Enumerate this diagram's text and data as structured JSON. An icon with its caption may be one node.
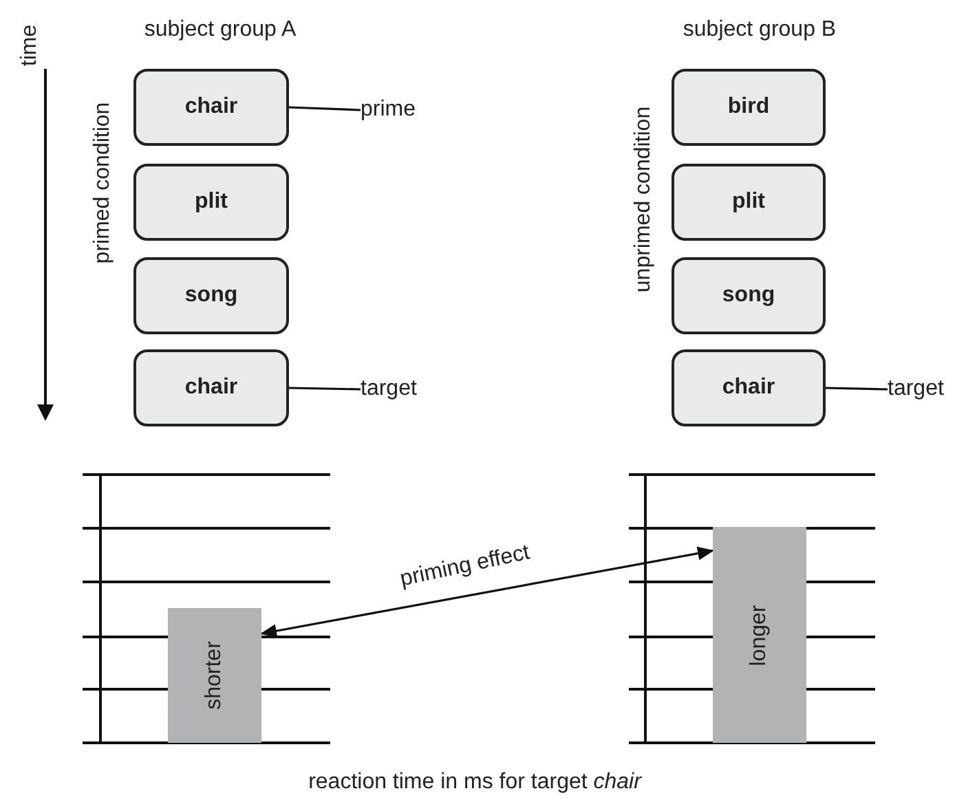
{
  "diagram": {
    "nodes": [
      {
        "text": [
          "chair"
        ]
      },
      {
        "text": [
          "plit"
        ]
      },
      {
        "text": [
          "song"
        ]
      },
      {
        "text": [
          "chair"
        ]
      },
      {
        "text": [
          "bird"
        ]
      },
      {
        "text": [
          "plit"
        ]
      },
      {
        "text": [
          "song"
        ]
      },
      {
        "text": [
          "chair"
        ]
      },
      {
        "text": [
          "prime"
        ]
      },
      {
        "text": [
          "target"
        ]
      },
      {
        "text": [
          "target"
        ]
      },
      {
        "text": [
          "shorter"
        ]
      },
      {
        "text": [
          "longer"
        ]
      }
    ],
    "edges": [
      {
        "from": 8,
        "to": 0,
        "arrow": "none"
      },
      {
        "from": 9,
        "to": 3,
        "arrow": "none"
      },
      {
        "from": 10,
        "to": 7,
        "arrow": "none"
      },
      {
        "from": 11,
        "to": 12,
        "arrow": "both",
        "label": "priming effect"
      }
    ],
    "labels": [
      "subject group A",
      "subject group B",
      "time",
      "primed condition",
      "unprimed condition",
      "reaction time in ms for target *chair*"
    ]
  }
}
